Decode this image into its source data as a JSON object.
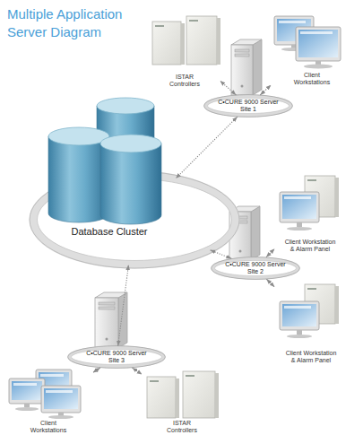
{
  "diagram": {
    "title": "Multiple Application Server Diagram",
    "nodes": [
      {
        "text": [
          "ISTAR Controllers"
        ]
      },
      {
        "text": [
          "C•CURE 9000 Server",
          "Site 1"
        ]
      },
      {
        "text": [
          "Client Workstations"
        ]
      },
      {
        "text": [
          "Database Cluster"
        ]
      },
      {
        "text": [
          "Client Workstation & Alarm Panel"
        ]
      },
      {
        "text": [
          "C•CURE 9000 Server",
          "Site 2"
        ]
      },
      {
        "text": [
          "Client Workstation & Alarm Panel"
        ]
      },
      {
        "text": [
          "C•CURE 9000 Server",
          "Site 3"
        ]
      },
      {
        "text": [
          "Client Workstations"
        ]
      },
      {
        "text": [
          "ISTAR Controllers"
        ]
      }
    ],
    "edges": [
      {
        "from": 1,
        "to": 0,
        "arrow": "both"
      },
      {
        "from": 1,
        "to": 2,
        "arrow": "both"
      },
      {
        "from": 1,
        "to": 3,
        "arrow": "both"
      },
      {
        "from": 5,
        "to": 3,
        "arrow": "both"
      },
      {
        "from": 5,
        "to": 4,
        "arrow": "both"
      },
      {
        "from": 5,
        "to": 6,
        "arrow": "both"
      },
      {
        "from": 7,
        "to": 3,
        "arrow": "both"
      },
      {
        "from": 7,
        "to": 8,
        "arrow": "both"
      },
      {
        "from": 7,
        "to": 9,
        "arrow": "both"
      }
    ]
  }
}
